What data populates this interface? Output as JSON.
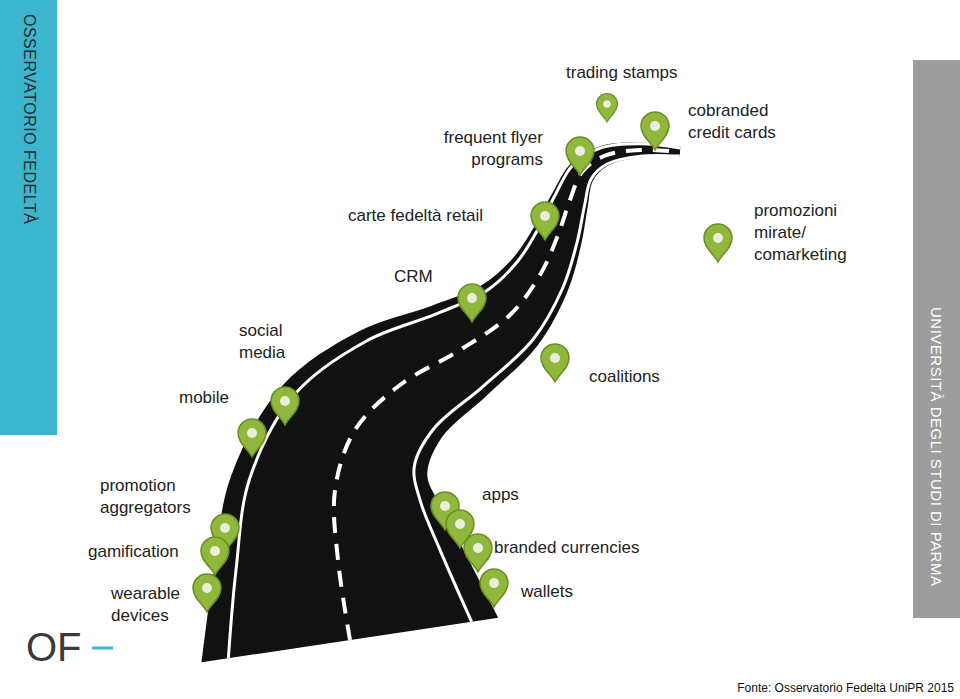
{
  "diagram": {
    "caption": "Fonte: Osservatorio Fedeltà UniPR 2015",
    "nodes": [
      {
        "text": [
          "OSSERVATORIO FEDELTÀ"
        ]
      },
      {
        "text": [
          "UNIVERSITÀ DEGLI STUDI DI PARMA"
        ]
      }
    ],
    "labels": [
      "trading stamps",
      "frequent flyer programs",
      "cobranded credit cards",
      "carte fedeltà retail",
      "promozioni mirate/ comarketing",
      "CRM",
      "social media",
      "coalitions",
      "mobile",
      "promotion aggregators",
      "apps",
      "branded currencies",
      "gamification",
      "wearable devices",
      "wallets",
      "OF"
    ]
  }
}
